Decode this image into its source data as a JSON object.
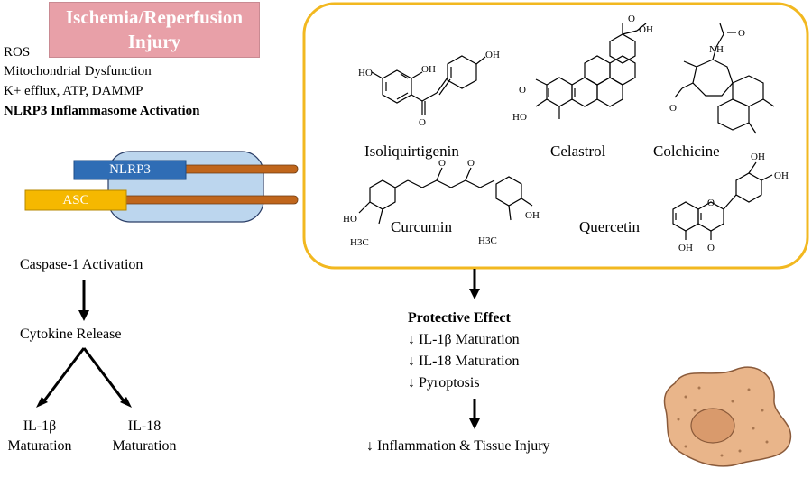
{
  "title": {
    "line1": "Ischemia/Reperfusion",
    "line2": "Injury"
  },
  "triggers": [
    "ROS",
    "Mitochondrial Dysfunction",
    "K+ efflux, ATP, DAMMP",
    "NLRP3 Inflammasome Activation"
  ],
  "complex": {
    "nlrp3": "NLRP3",
    "asc": "ASC"
  },
  "pathway": {
    "caspase": "Caspase-1 Activation",
    "cytokine": "Cytokine Release",
    "il1b_line1": "IL-1β",
    "il1b_line2": "Maturation",
    "il18_line1": "IL-18",
    "il18_line2": "Maturation"
  },
  "compounds": {
    "isoliquirtigenin": "Isoliquirtigenin",
    "celastrol": "Celastrol",
    "colchicine": "Colchicine",
    "curcumin": "Curcumin",
    "quercetin": "Quercetin"
  },
  "atoms": {
    "oh": "OH",
    "ho": "HO",
    "o": "O",
    "nh": "NH",
    "h3c": "H3C"
  },
  "protective": {
    "title": "Protective Effect",
    "items": [
      "↓ IL-1β Maturation",
      "↓ IL-18 Maturation",
      "↓ Pyroptosis"
    ]
  },
  "outcome": "↓ Inflammation & Tissue Injury",
  "colors": {
    "title_fill": "#e8a0a8",
    "nlrp3": "#2f6db5",
    "asc": "#f5b800",
    "complex_body": "#bcd6ee",
    "rod": "#c0661c",
    "drug_box_border": "#f2b820",
    "cell": "#e9b58a",
    "nucleus": "#d99a6c"
  }
}
